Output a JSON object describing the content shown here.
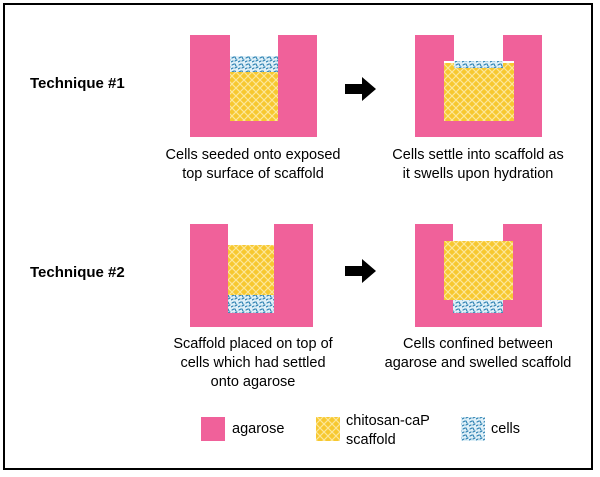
{
  "colors": {
    "agarose": "#f0619a",
    "scaffold_fill": "#f7c830",
    "scaffold_pattern": "#fde79a",
    "cells_fill": "#dff0f8",
    "cells_pattern": "#2a7fb0",
    "arrow": "#000000",
    "border": "#000000"
  },
  "technique1": {
    "label": "Technique #1",
    "caption_left_line1": "Cells seeded onto exposed",
    "caption_left_line2": "top surface of scaffold",
    "caption_right_line1": "Cells settle into scaffold as",
    "caption_right_line2": "it swells upon hydration"
  },
  "technique2": {
    "label": "Technique #2",
    "caption_left_line1": "Scaffold placed on top of",
    "caption_left_line2": "cells which had settled",
    "caption_left_line3": "onto agarose",
    "caption_right_line1": "Cells confined between",
    "caption_right_line2": "agarose and swelled scaffold"
  },
  "legend": {
    "agarose_label": "agarose",
    "scaffold_label_line1": "chitosan-caP",
    "scaffold_label_line2": "scaffold",
    "cells_label": "cells"
  }
}
